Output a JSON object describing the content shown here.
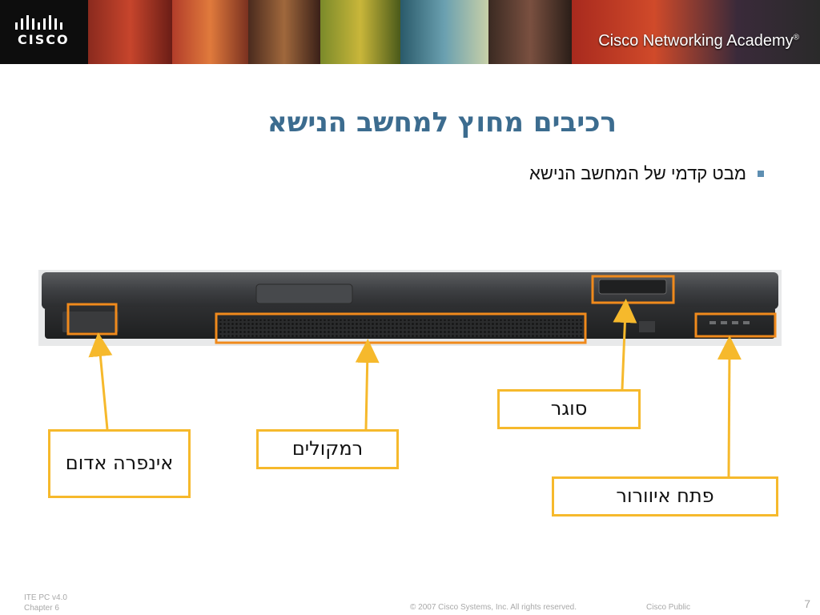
{
  "header": {
    "logo_text": "CISCO",
    "academy_text": "Cisco Networking Academy",
    "academy_mark": "®"
  },
  "slide": {
    "title": "רכיבים מחוץ למחשב הנישא",
    "bullet": "מבט קדמי של המחשב הנישא"
  },
  "callouts": {
    "infrared": "אינפרה אדום",
    "speakers": "רמקולים",
    "latch": "סוגר",
    "vent": "פתח איוורור"
  },
  "footer": {
    "course": "ITE PC v4.0",
    "chapter": "Chapter 6",
    "copyright": "© 2007 Cisco Systems, Inc. All rights reserved.",
    "classification": "Cisco Public",
    "page_number": "7"
  },
  "colors": {
    "title": "#3c6c8f",
    "callout_border": "#f6b92c",
    "highlight_border": "#f08a1c",
    "bullet": "#5e8fb2",
    "banner_bg": "#1c1a18"
  }
}
